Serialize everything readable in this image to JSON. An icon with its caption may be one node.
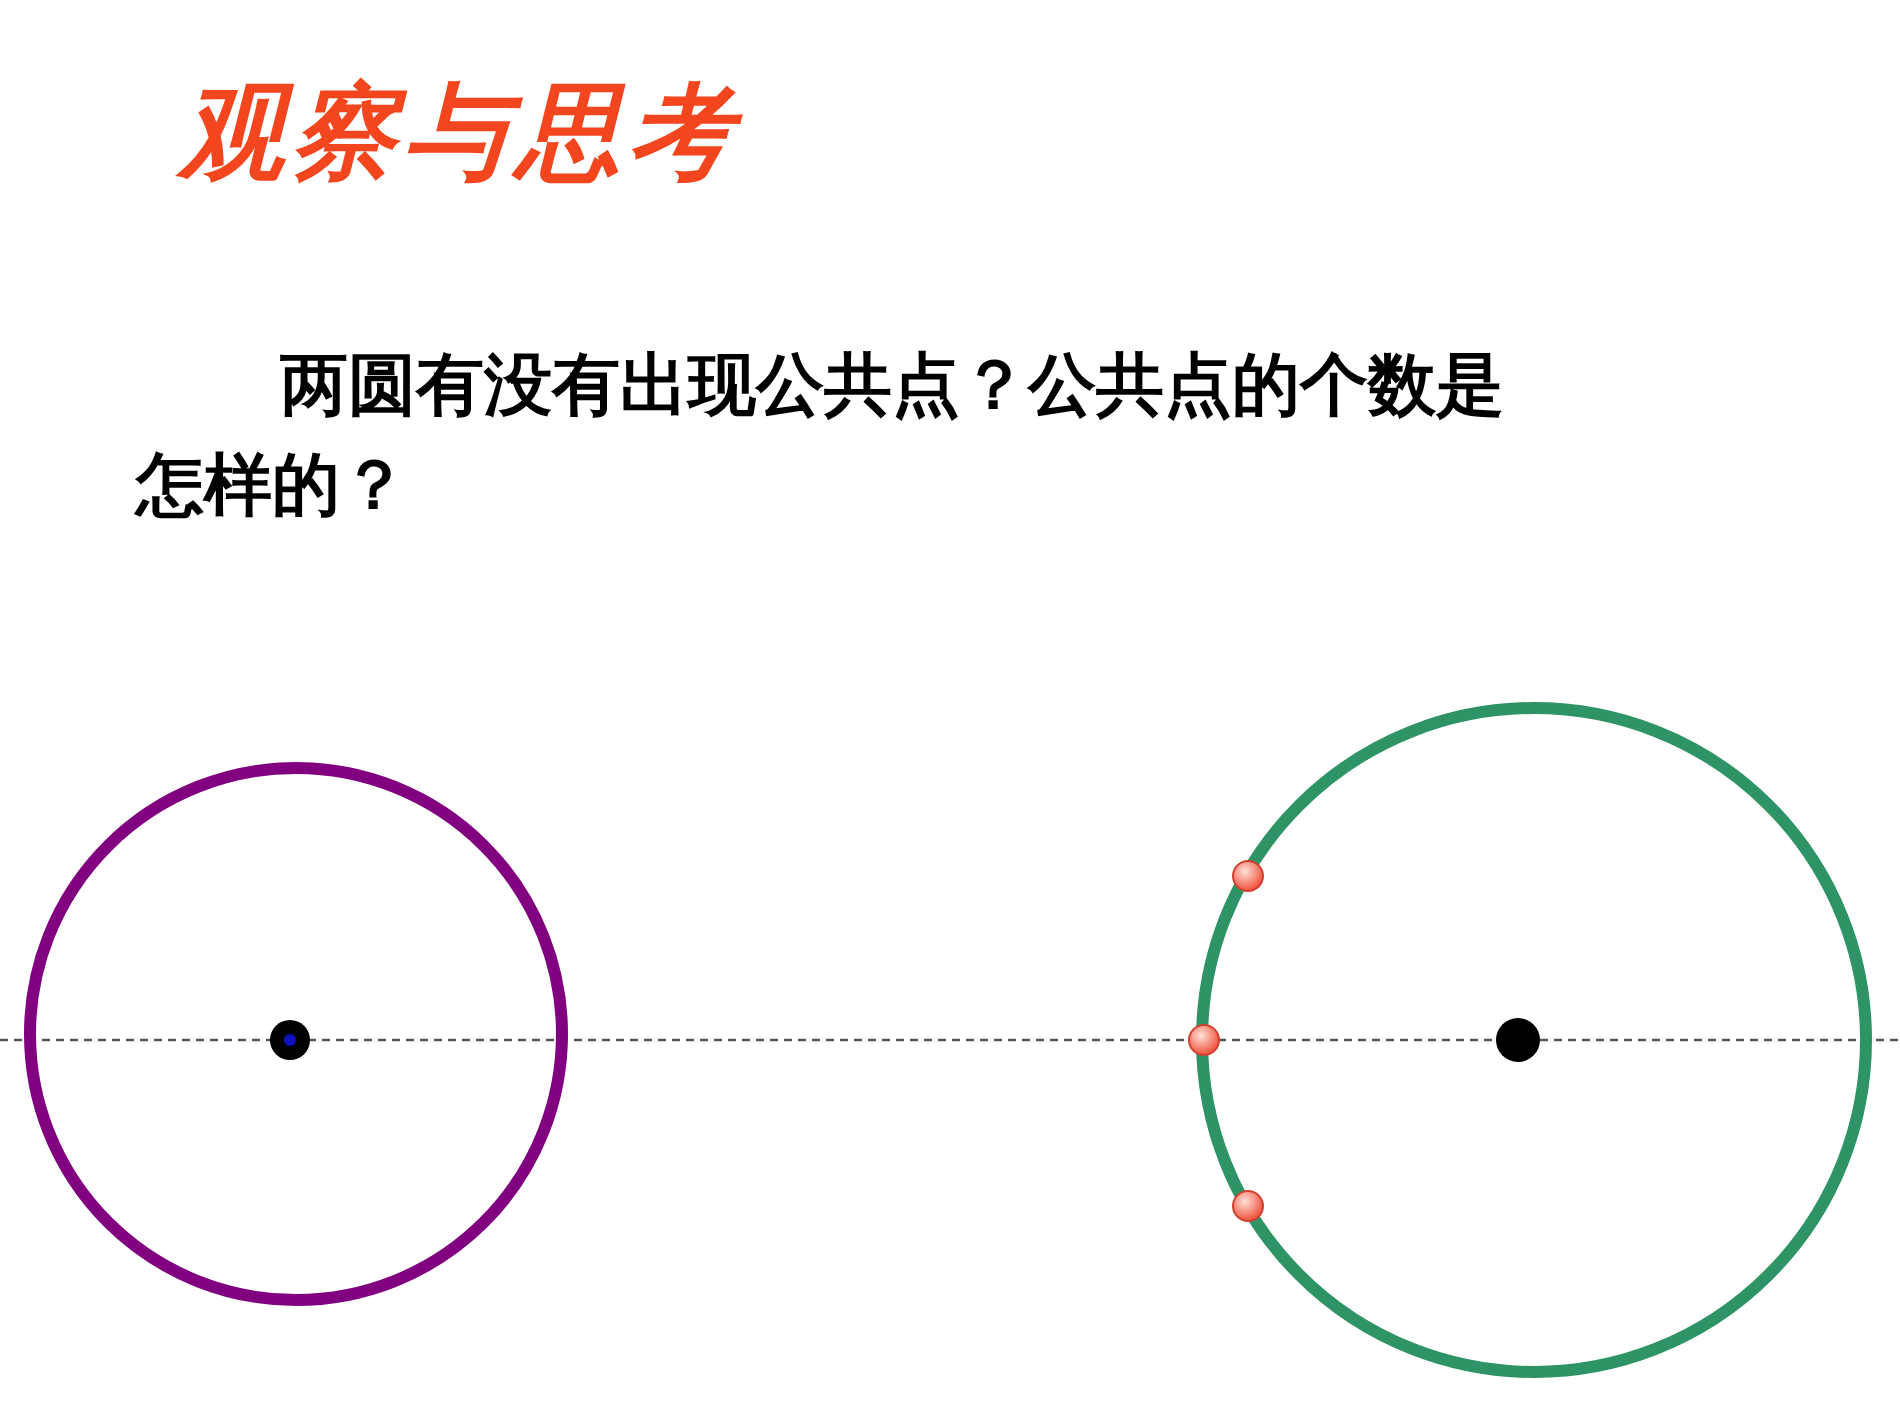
{
  "diagram": {
    "title": "观察与思考",
    "nodes": [
      {
        "text": [],
        "shape": "circle"
      },
      {
        "text": [],
        "shape": "circle"
      }
    ],
    "labels": [
      "两圆有没有出现公共点？公共点的个数是怎样的？"
    ]
  }
}
